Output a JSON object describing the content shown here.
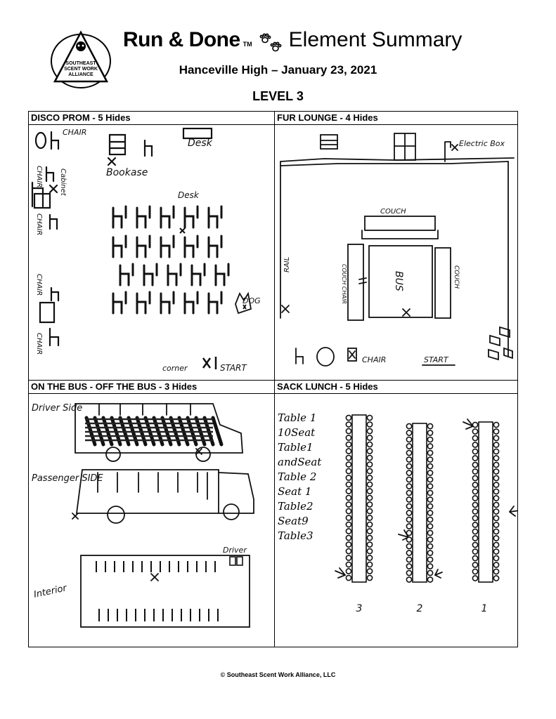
{
  "header": {
    "brand": "Run & Done",
    "trademark": "TM",
    "summary": "Element Summary",
    "event": "Hanceville High – January 23, 2021",
    "level": "LEVEL 3"
  },
  "logo": {
    "line1": "SOUTHEAST",
    "line2": "SCENT WORK",
    "line3": "ALLIANCE"
  },
  "quadrants": [
    {
      "heading": "DISCO PROM - 5 Hides",
      "labels": {
        "chair_top": "CHAIR",
        "desk_top": "Desk",
        "bookcase": "Bookase",
        "chair_left1": "CHAIR",
        "cabinet": "Cabinet",
        "desk_mid": "Desk",
        "chair_left2": "CHAIR",
        "chair_left3": "CHAIR",
        "chair_left4": "CHAIR",
        "dog": "DOG",
        "corner": "corner",
        "start": "START"
      }
    },
    {
      "heading": "FUR LOUNGE - 4 Hides",
      "labels": {
        "electric_box": "Electric Box",
        "couch_top": "COUCH",
        "couch_left": "COUCH CHAIR",
        "couch_right": "COUCH",
        "rail": "RAIL",
        "bus": "BUS",
        "chair": "CHAIR",
        "start": "START"
      }
    },
    {
      "heading": "ON THE BUS - OFF THE BUS - 3 Hides",
      "labels": {
        "driver_side": "Driver Side",
        "passenger_side": "Passenger SIDE",
        "interior": "Interior",
        "driver": "Driver"
      }
    },
    {
      "heading": "SACK LUNCH - 5 Hides",
      "labels": {
        "list": [
          "Table 1",
          "10Seat",
          "Table1",
          "andSeat",
          "Table 2",
          "Seat 1",
          "Table2",
          "Seat9",
          "Table3"
        ],
        "table_numbers": [
          "3",
          "2",
          "1"
        ]
      }
    }
  ],
  "footer": "© Southeast Scent Work Alliance, LLC"
}
